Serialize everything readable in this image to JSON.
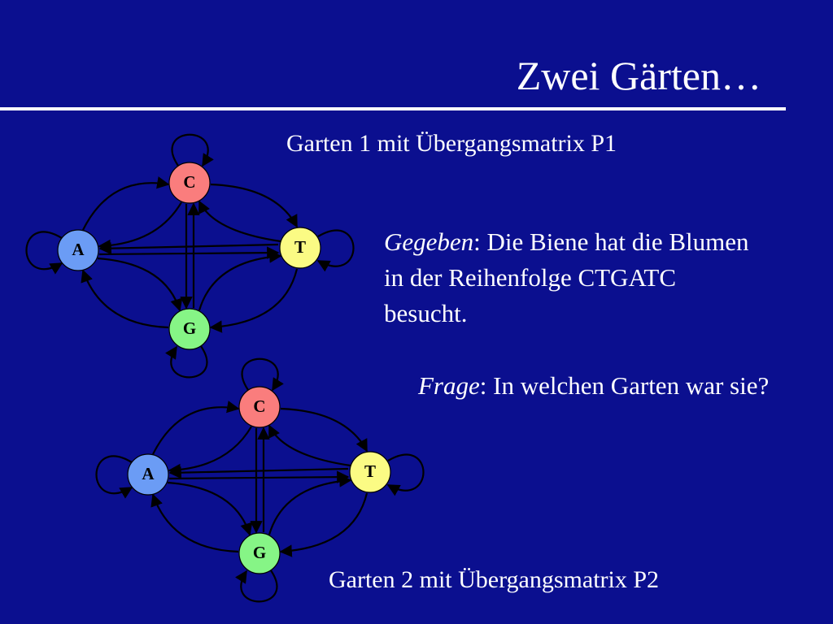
{
  "slide": {
    "title": "Zwei Gärten…",
    "garden1_caption": "Garten 1 mit Übergangsmatrix P1",
    "garden2_caption": "Garten 2 mit Übergangsmatrix P2",
    "given_label": "Gegeben",
    "given_text": ": Die Biene hat die Blumen in der Reihenfolge CTGATC besucht.",
    "question_label": "Frage",
    "question_text": ": In welchen Garten war sie?"
  },
  "graph": {
    "nodes": [
      {
        "id": "C",
        "label": "C",
        "color": "#fa7d7d"
      },
      {
        "id": "A",
        "label": "A",
        "color": "#6b9cf5"
      },
      {
        "id": "T",
        "label": "T",
        "color": "#fbfb84"
      },
      {
        "id": "G",
        "label": "G",
        "color": "#86f586"
      }
    ],
    "edge_color": "#000000"
  }
}
